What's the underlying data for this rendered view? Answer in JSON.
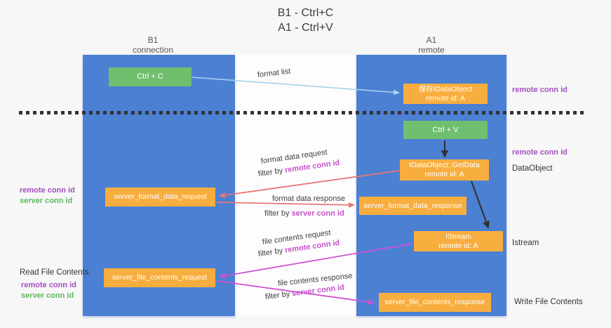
{
  "title": {
    "line1": "B1 - Ctrl+C",
    "line2": "A1 - Ctrl+V"
  },
  "lifelines": {
    "left": {
      "name": "B1",
      "role": "connection"
    },
    "right": {
      "name": "A1",
      "role": "remote"
    }
  },
  "boxes": {
    "ctrl_c": "Ctrl + C",
    "ctrl_v": "Ctrl + V",
    "save_dataobject": {
      "line1": "保存IDataObject",
      "line2": "remote id: A"
    },
    "getdata": {
      "line1": "IDataObject::GetData",
      "line2": "remote id: A"
    },
    "istream": {
      "line1": "IStream",
      "line2": "remote id: A"
    },
    "server_format_data_request": "server_format_data_request",
    "server_format_data_response": "server_format_data_response",
    "server_file_contents_request": "server_file_contents_request",
    "server_file_contents_response": "server_file_contents_response"
  },
  "arrow_labels": {
    "format_list": "format list",
    "format_data_request": "format data request",
    "format_data_response": "format data response",
    "file_contents_request": "file contents request",
    "file_contents_response": "file contents response",
    "filter_by": "filter by",
    "remote_conn_id": "remote conn id",
    "server_conn_id": "server conn id"
  },
  "side_labels": {
    "remote_conn_id": "remote conn id",
    "server_conn_id": "server conn id",
    "dataobject": "DataObject",
    "istream": "Istream",
    "read_file_contents": "Read File Contents",
    "write_file_contents": "Write File Contents"
  },
  "colors": {
    "column_blue": "#4b80d3",
    "box_orange": "#f8ae3f",
    "box_green": "#6fbf6f",
    "accent_purple": "#a44fc0",
    "accent_green": "#5cb85c",
    "accent_magenta": "#c94fc9",
    "arrow_red": "#e87676",
    "arrow_magenta": "#cf52cf",
    "arrow_blue": "#a6d2ee",
    "arrow_black": "#303030"
  }
}
